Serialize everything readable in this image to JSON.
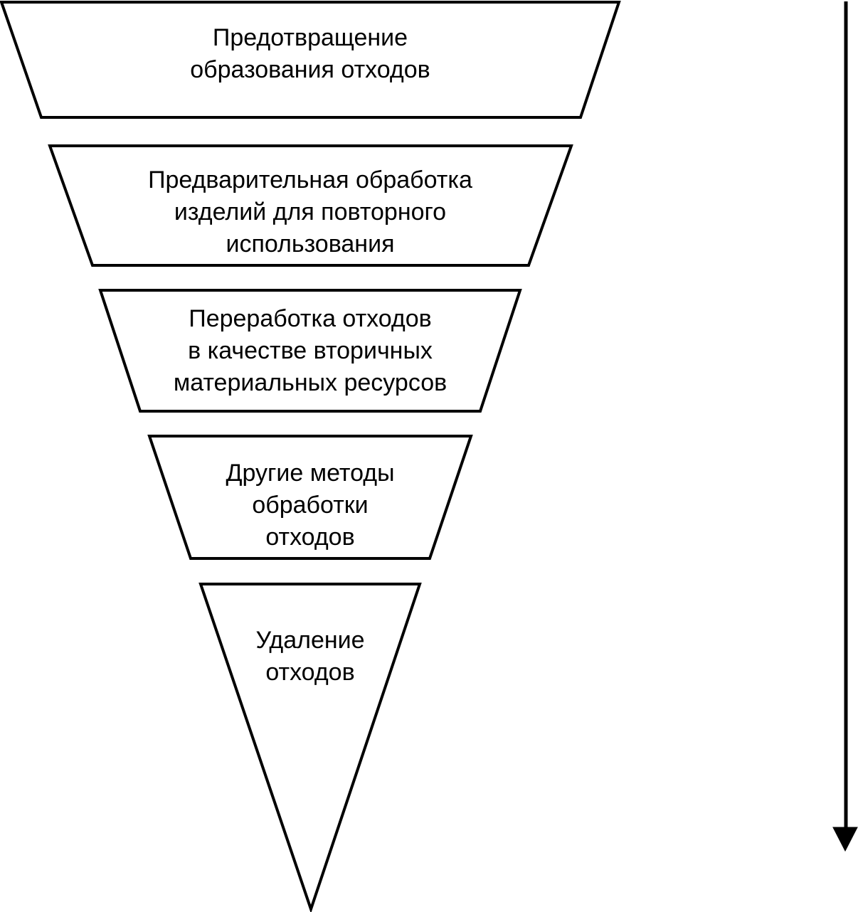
{
  "diagram_type": "inverted-funnel-waste-hierarchy",
  "tiers": [
    {
      "level": 1,
      "label": "Предотвращение\nобразования отходов"
    },
    {
      "level": 2,
      "label": "Предварительная обработка\nизделий для повторного\nиспользования"
    },
    {
      "level": 3,
      "label": "Переработка отходов\nв качестве вторичных\nматериальных ресурсов"
    },
    {
      "level": 4,
      "label": "Другие методы\nобработки\nотходов"
    },
    {
      "level": 5,
      "label": "Удаление\nотходов"
    }
  ],
  "arrow": {
    "icon": "down-arrow-icon",
    "direction": "down",
    "meaning": "priority order top to bottom"
  },
  "colors": {
    "stroke": "#000000",
    "fill": "#ffffff",
    "background": "#ffffff",
    "text": "#000000"
  }
}
